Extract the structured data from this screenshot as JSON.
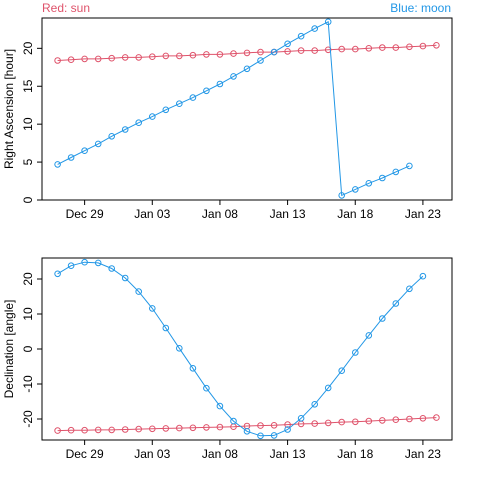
{
  "legend": {
    "left": "Red: sun",
    "right": "Blue: moon"
  },
  "colors": {
    "sun": "#DF536B",
    "moon": "#2297E6",
    "axis": "#000000"
  },
  "chart_data": [
    {
      "type": "line",
      "ylabel": "Right Ascension [hour]",
      "xlabel": "",
      "x_tick_labels": [
        "Dec 29",
        "Jan 03",
        "Jan 08",
        "Jan 13",
        "Jan 18",
        "Jan 23"
      ],
      "x_tick_dates": [
        "2016-12-29",
        "2017-01-03",
        "2017-01-08",
        "2017-01-13",
        "2017-01-18",
        "2017-01-23"
      ],
      "ylim": [
        0,
        24
      ],
      "y_ticks": [
        0,
        5,
        10,
        15,
        20
      ],
      "x": [
        "2016-12-27",
        "2016-12-28",
        "2016-12-29",
        "2016-12-30",
        "2016-12-31",
        "2017-01-01",
        "2017-01-02",
        "2017-01-03",
        "2017-01-04",
        "2017-01-05",
        "2017-01-06",
        "2017-01-07",
        "2017-01-08",
        "2017-01-09",
        "2017-01-10",
        "2017-01-11",
        "2017-01-12",
        "2017-01-13",
        "2017-01-14",
        "2017-01-15",
        "2017-01-16",
        "2017-01-17",
        "2017-01-18",
        "2017-01-19",
        "2017-01-20",
        "2017-01-21",
        "2017-01-22",
        "2017-01-23",
        "2017-01-24"
      ],
      "series": [
        {
          "key": "sun",
          "values": [
            18.4,
            18.5,
            18.6,
            18.6,
            18.7,
            18.8,
            18.8,
            18.9,
            19.0,
            19.0,
            19.1,
            19.2,
            19.2,
            19.3,
            19.4,
            19.5,
            19.5,
            19.6,
            19.7,
            19.7,
            19.8,
            19.9,
            19.9,
            20.0,
            20.1,
            20.1,
            20.2,
            20.3,
            20.4
          ]
        },
        {
          "key": "moon",
          "values": [
            4.7,
            5.6,
            6.5,
            7.4,
            8.4,
            9.3,
            10.2,
            11.0,
            11.9,
            12.7,
            13.5,
            14.4,
            15.3,
            16.3,
            17.3,
            18.4,
            19.5,
            20.6,
            21.6,
            22.6,
            23.5,
            0.6,
            1.4,
            2.2,
            2.9,
            3.7,
            4.5
          ]
        }
      ]
    },
    {
      "type": "line",
      "ylabel": "Declination [angle]",
      "xlabel": "",
      "x_tick_labels": [
        "Dec 29",
        "Jan 03",
        "Jan 08",
        "Jan 13",
        "Jan 18",
        "Jan 23"
      ],
      "x_tick_dates": [
        "2016-12-29",
        "2017-01-03",
        "2017-01-08",
        "2017-01-13",
        "2017-01-18",
        "2017-01-23"
      ],
      "ylim": [
        -26,
        26
      ],
      "y_ticks": [
        -20,
        -10,
        0,
        10,
        20
      ],
      "x": [
        "2016-12-27",
        "2016-12-28",
        "2016-12-29",
        "2016-12-30",
        "2016-12-31",
        "2017-01-01",
        "2017-01-02",
        "2017-01-03",
        "2017-01-04",
        "2017-01-05",
        "2017-01-06",
        "2017-01-07",
        "2017-01-08",
        "2017-01-09",
        "2017-01-10",
        "2017-01-11",
        "2017-01-12",
        "2017-01-13",
        "2017-01-14",
        "2017-01-15",
        "2017-01-16",
        "2017-01-17",
        "2017-01-18",
        "2017-01-19",
        "2017-01-20",
        "2017-01-21",
        "2017-01-22",
        "2017-01-23",
        "2017-01-24"
      ],
      "series": [
        {
          "key": "sun",
          "values": [
            -23.3,
            -23.2,
            -23.2,
            -23.1,
            -23.1,
            -23.0,
            -22.9,
            -22.8,
            -22.7,
            -22.6,
            -22.5,
            -22.4,
            -22.3,
            -22.2,
            -22.0,
            -21.9,
            -21.8,
            -21.6,
            -21.4,
            -21.3,
            -21.1,
            -20.9,
            -20.8,
            -20.6,
            -20.4,
            -20.2,
            -20.0,
            -19.8,
            -19.6
          ]
        },
        {
          "key": "moon",
          "values": [
            21.5,
            23.8,
            24.8,
            24.6,
            23.0,
            20.3,
            16.4,
            11.6,
            6.0,
            0.2,
            -5.5,
            -11.2,
            -16.3,
            -20.6,
            -23.5,
            -24.8,
            -24.7,
            -23.0,
            -19.8,
            -15.8,
            -11.1,
            -6.2,
            -1.0,
            3.9,
            8.7,
            13.0,
            17.2,
            20.8
          ]
        }
      ]
    }
  ]
}
